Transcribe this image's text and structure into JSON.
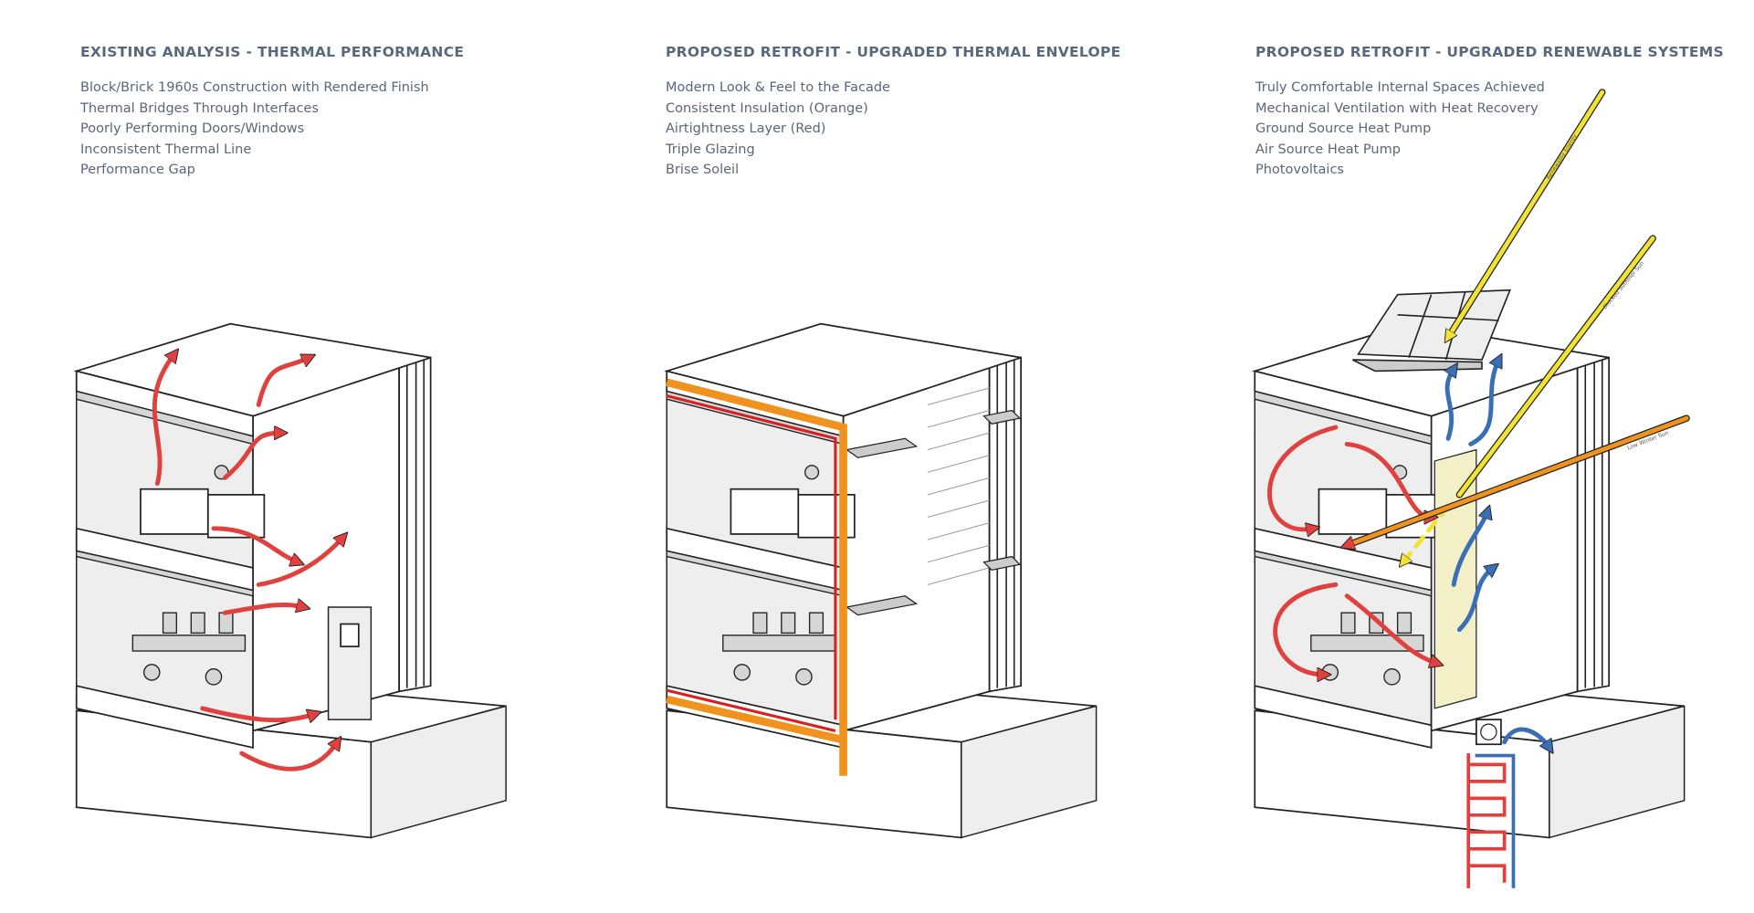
{
  "panels": [
    {
      "title": "EXISTING ANALYSIS - THERMAL PERFORMANCE",
      "items": [
        "Block/Brick 1960s Construction with Rendered Finish",
        "Thermal Bridges Through Interfaces",
        "Poorly Performing Doors/Windows",
        "Inconsistent Thermal Line",
        "Performance Gap"
      ]
    },
    {
      "title": "PROPOSED RETROFIT - UPGRADED THERMAL ENVELOPE",
      "items": [
        "Modern Look & Feel to the Facade",
        "Consistent Insulation (Orange)",
        "Airtightness Layer (Red)",
        "Triple Glazing",
        "Brise Soleil"
      ]
    },
    {
      "title": "PROPOSED RETROFIT - UPGRADED RENEWABLE SYSTEMS",
      "items": [
        "Truly Comfortable Internal Spaces Achieved",
        "Mechanical Ventilation with Heat Recovery",
        "Ground Source Heat Pump",
        "Air Source Heat Pump",
        "Photovoltaics"
      ]
    }
  ],
  "sketch_notes": {
    "renewable": "Renewable Energy",
    "summer": "Blocked Summer Sun",
    "winter": "Low Winter Sun"
  },
  "colors": {
    "text": "#5b6678",
    "heat_loss": "#e0413f",
    "insulation": "#f0921e",
    "airtightness": "#d92020",
    "cool_air": "#3a6fb5",
    "sun": "#f2e233",
    "glazing": "#f3f0c8"
  }
}
